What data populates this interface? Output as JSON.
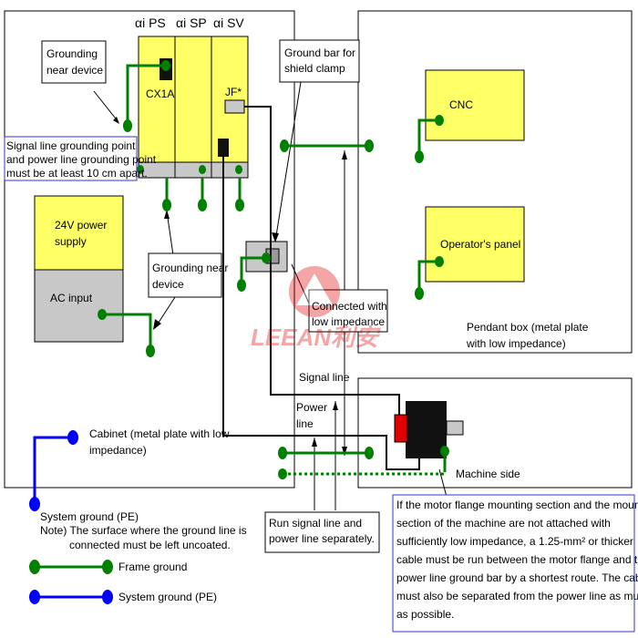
{
  "modules": {
    "ps": "αi PS",
    "sp": "αi SP",
    "sv": "αi SV"
  },
  "connectors": {
    "cx1a": "CX1A",
    "jf": "JF*"
  },
  "labels": {
    "grounding_near_device_top": [
      "Grounding",
      "near device"
    ],
    "signal_power_note": [
      "Signal line grounding point",
      "and power line grounding point",
      "must be at least 10 cm apart."
    ],
    "power_supply": [
      "24V power",
      "supply"
    ],
    "ac_input": "AC input",
    "grounding_near_device_mid": [
      "Grounding near",
      "device"
    ],
    "ground_bar": [
      "Ground bar for",
      "shield clamp"
    ],
    "cnc": "CNC",
    "operator_panel": "Operator's panel",
    "connected_low_impedance": [
      "Connected with",
      "low impedance"
    ],
    "pendant_box": [
      "Pendant box (metal plate",
      "with low impedance)"
    ],
    "signal_line": "Signal line",
    "power_line": [
      "Power",
      "line"
    ],
    "cabinet": [
      "Cabinet (metal plate with low",
      "impedance)"
    ],
    "machine_side": "Machine side",
    "system_ground_pe_top": "System ground (PE)",
    "note": [
      "Note) The surface where the ground line is",
      "connected must be left uncoated."
    ],
    "run_separately": [
      "Run signal line and",
      "power line separately."
    ],
    "motor_flange_note": [
      "If the motor flange mounting section and the mounting",
      "section of the machine are not attached with",
      "sufficiently low impedance, a 1.25-mm² or thicker",
      "cable must be run between the motor flange and the",
      "power line ground bar by a shortest route. The cable",
      "must also be separated from the power line as much",
      "as possible."
    ]
  },
  "legend": {
    "frame_ground": "Frame ground",
    "system_ground": "System ground (PE)"
  },
  "watermark": "LEEAN利安",
  "colors": {
    "yellow": "#ffff66",
    "gray": "#c8c8c8",
    "green": "#008000",
    "blue": "#0000ff",
    "red": "#e00000",
    "note_border": "#3333cc"
  }
}
